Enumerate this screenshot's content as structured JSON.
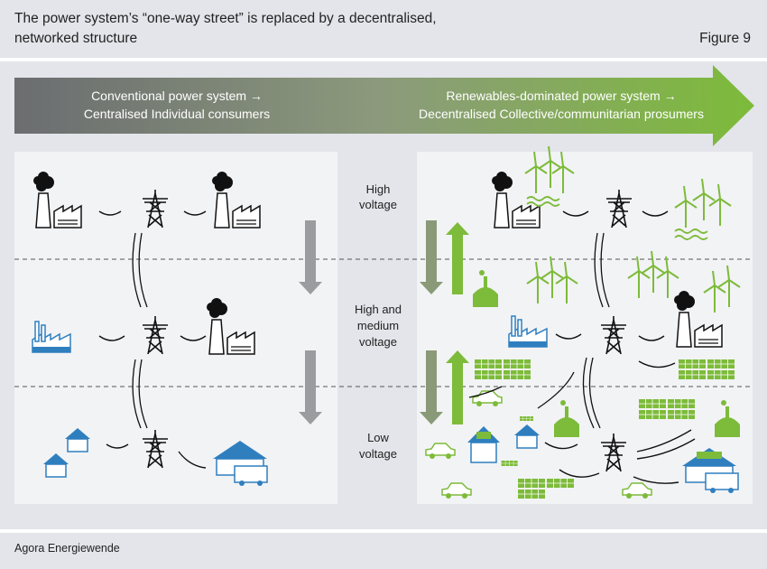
{
  "header": {
    "title_line1": "The power system’s “one-way street” is replaced by a decentralised,",
    "title_line2": "networked structure",
    "figure_label": "Figure 9"
  },
  "arrow": {
    "left_line1": "Conventional power system →",
    "left_line2": "Centralised Individual consumers",
    "right_line1": "Renewables-dominated power system →",
    "right_line2": "Decentralised Collective/communitarian prosumers"
  },
  "levels": {
    "high_line1": "High",
    "high_line2": "voltage",
    "medium_line1": "High and",
    "medium_line2": "medium",
    "medium_line3": "voltage",
    "low_line1": "Low",
    "low_line2": "voltage"
  },
  "colors": {
    "blue": "#2f7fbf",
    "green": "#7dbb3a",
    "arrow_dark": "#6d6f72",
    "down_arrow": "#9a9c9f"
  },
  "footer": {
    "source": "Agora Energiewende"
  }
}
